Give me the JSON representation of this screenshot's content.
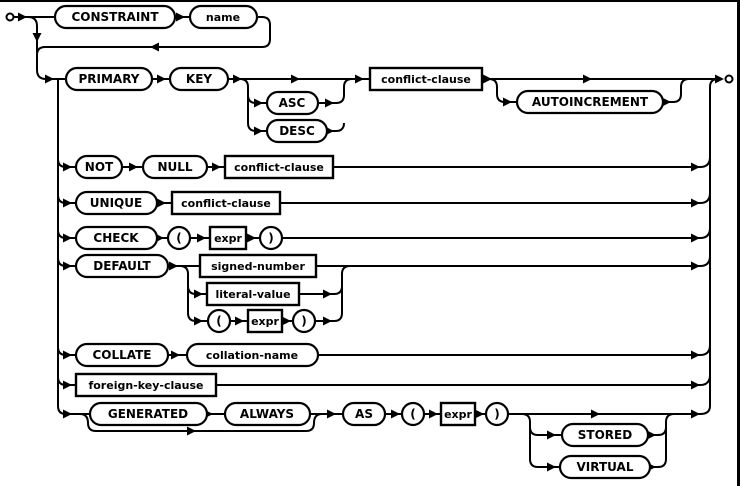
{
  "diagram": {
    "kind": "railroad-syntax-diagram",
    "grammar_rule": "column-constraint",
    "colors": {
      "line": "#000000",
      "background": "#ffffff",
      "text": "#000000"
    },
    "nodes": {
      "constraint": "CONSTRAINT",
      "name": "name",
      "primary": "PRIMARY",
      "key": "KEY",
      "asc": "ASC",
      "desc": "DESC",
      "conflict_clause": "conflict-clause",
      "autoincrement": "AUTOINCREMENT",
      "not": "NOT",
      "null": "NULL",
      "unique": "UNIQUE",
      "check": "CHECK",
      "lparen": "(",
      "rparen": ")",
      "expr": "expr",
      "default": "DEFAULT",
      "signed_number": "signed-number",
      "literal_value": "literal-value",
      "collate": "COLLATE",
      "collation_name": "collation-name",
      "foreign_key_clause": "foreign-key-clause",
      "generated": "GENERATED",
      "always": "ALWAYS",
      "as": "AS",
      "stored": "STORED",
      "virtual": "VIRTUAL"
    }
  }
}
